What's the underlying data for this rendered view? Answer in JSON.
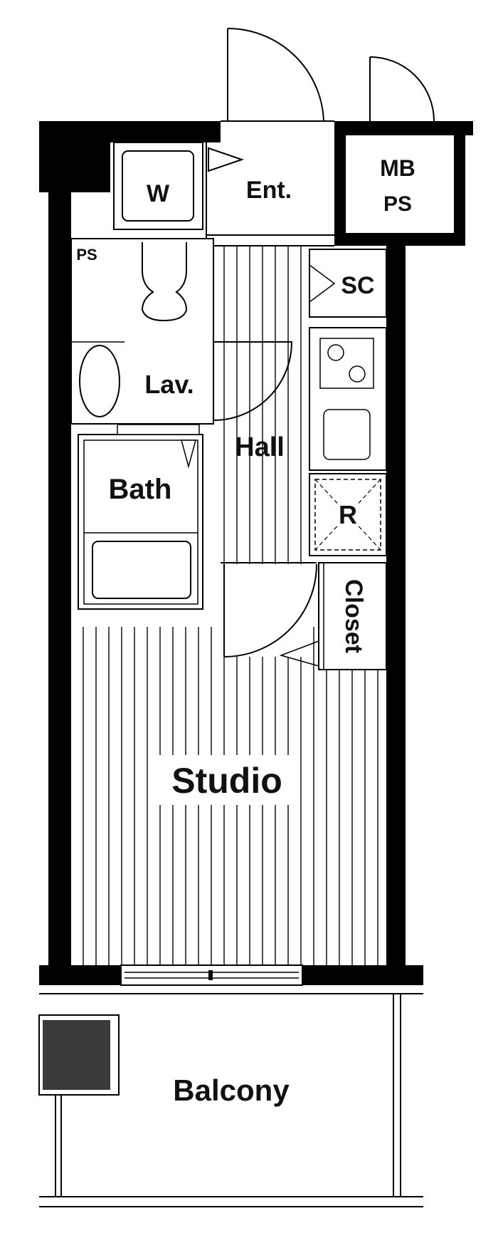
{
  "floorplan": {
    "rooms": {
      "water_heater": "W",
      "entrance": "Ent.",
      "meter_box": "MB",
      "meter_ps": "PS",
      "pipe_space": "PS",
      "shoe_cabinet": "SC",
      "lavatory": "Lav.",
      "hall": "Hall",
      "bath": "Bath",
      "refrigerator": "R",
      "closet": "Closet",
      "studio": "Studio",
      "balcony": "Balcony"
    }
  }
}
